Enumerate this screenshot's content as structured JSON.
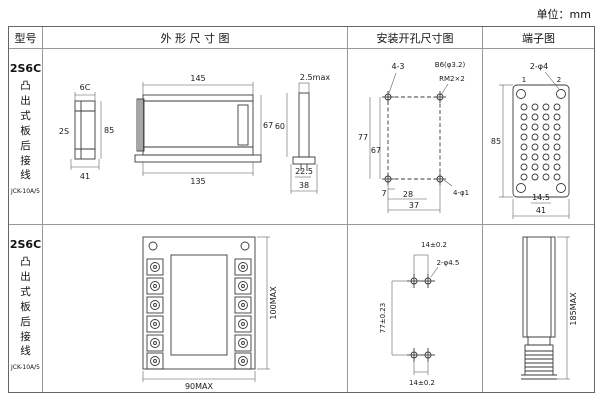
{
  "unit_label": "单位：mm",
  "headers": {
    "model": "型号",
    "outline": "外 形 尺 寸 图",
    "mounting": "安装开孔尺寸图",
    "terminal": "端子图"
  },
  "rows": [
    {
      "model": "2S6C",
      "model_desc": "凸出式板后接线",
      "model_code": "JCK-10A/5",
      "outline": {
        "front_top": "6C",
        "front_left": "2S",
        "front_right": "85",
        "front_bottom": "41",
        "side_top": "145",
        "side_bottom": "135",
        "side_right": "67",
        "end_top": "2.5max",
        "end_left": "60",
        "end_bottom_inner": "22.5",
        "end_bottom_outer": "38"
      },
      "mounting": {
        "corner_holes": "4-3",
        "note_hole": "B6(φ3.2)",
        "note_screw": "RM2×2",
        "left_outer": "77",
        "left_inner": "67",
        "bottom_small": "7",
        "bottom_inner": "28",
        "bottom_outer": "37",
        "right_holes": "4-φ1"
      },
      "terminal": {
        "screw_note": "2-φ4",
        "left": "85",
        "bottom_inner": "14.5",
        "bottom_outer": "41",
        "num_first": "1",
        "num_second": "2"
      }
    },
    {
      "model": "2S6C",
      "model_desc": "凸出式板后接线",
      "model_code": "JCK-10A/5",
      "outline": {
        "width": "90MAX",
        "height": "100MAX"
      },
      "mounting": {
        "top": "14±0.2",
        "hole_note": "2-φ4.5",
        "left": "77±0.23",
        "bottom": "14±0.2"
      },
      "terminal": {
        "height": "185MAX"
      }
    }
  ]
}
